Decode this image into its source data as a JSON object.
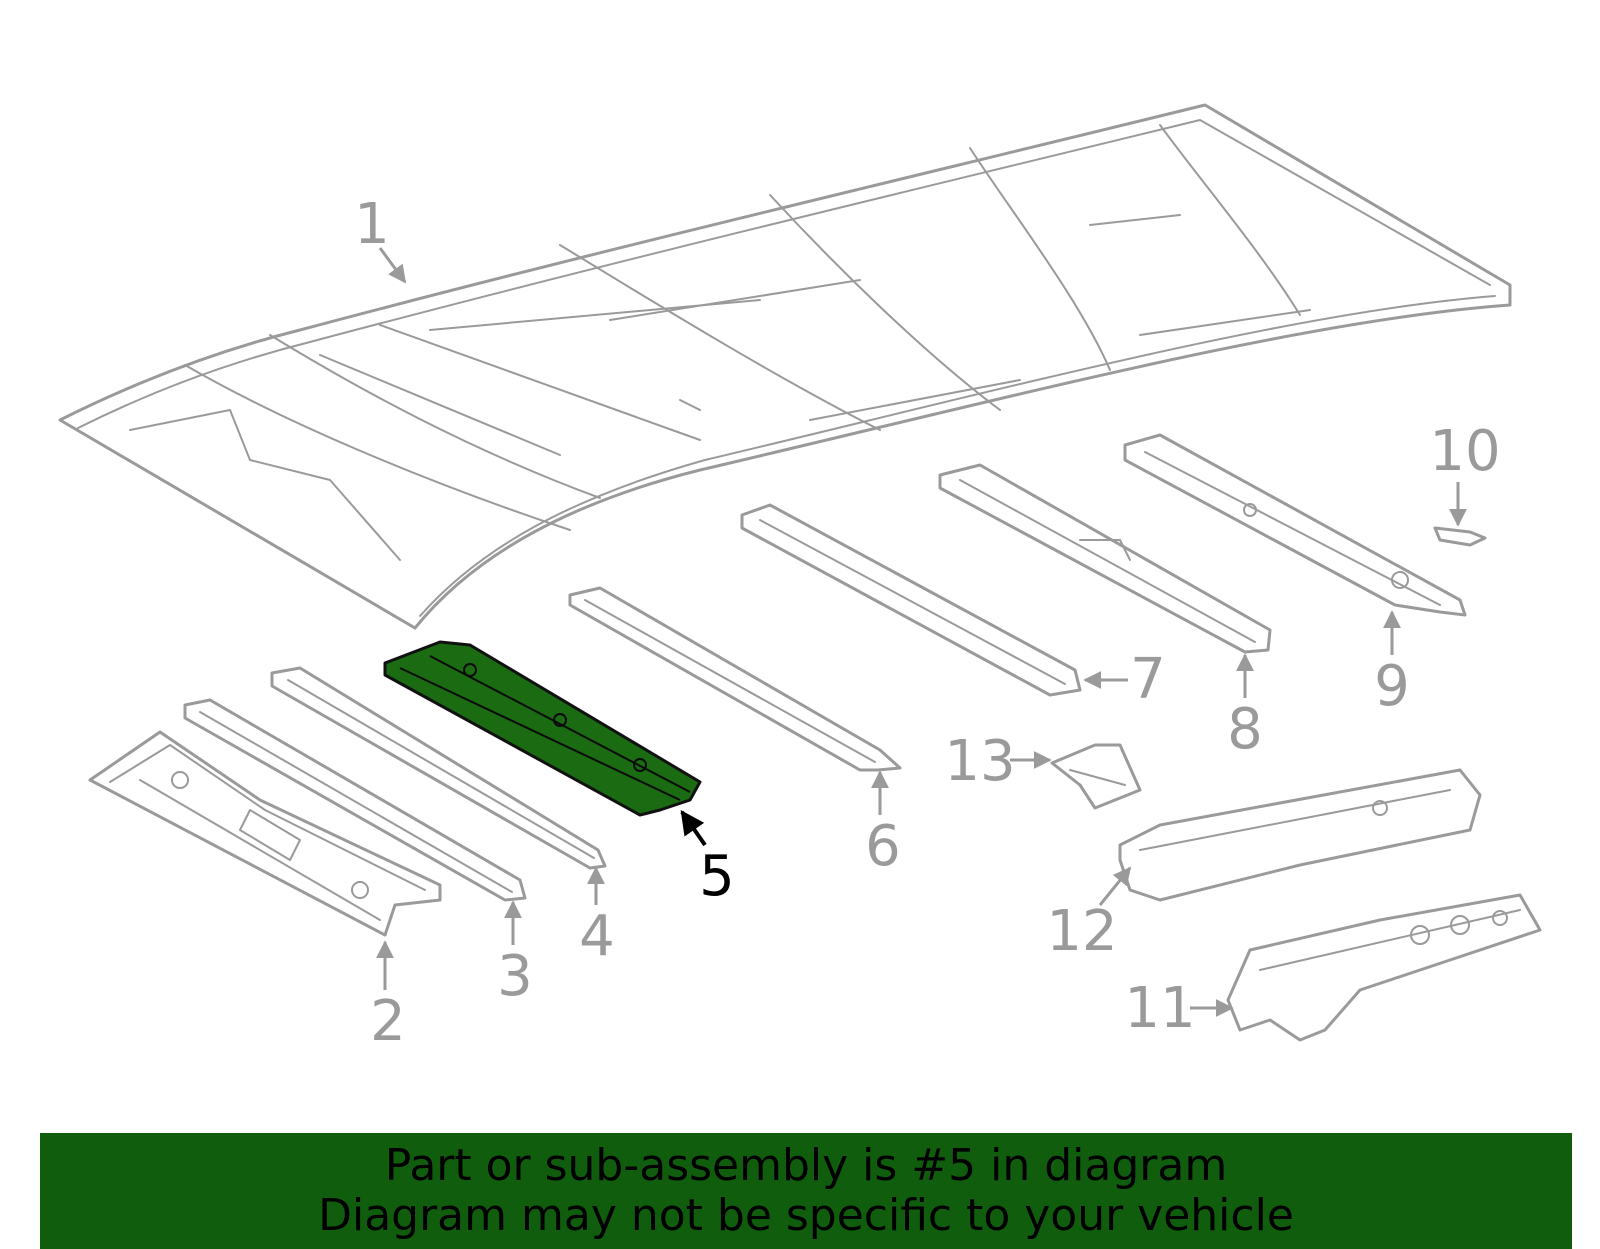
{
  "colors": {
    "highlight_part": "#1a6b12",
    "banner_background": "#0f5d0d",
    "part_outline": "#9a9a9a",
    "highlight_label": "#000000"
  },
  "diagram": {
    "highlighted_part": "5",
    "callouts": [
      "1",
      "2",
      "3",
      "4",
      "5",
      "6",
      "7",
      "8",
      "9",
      "10",
      "11",
      "12",
      "13"
    ]
  },
  "banner": {
    "line1": "Part or sub-assembly is #5 in diagram",
    "line2": "Diagram may not be specific to your vehicle"
  }
}
